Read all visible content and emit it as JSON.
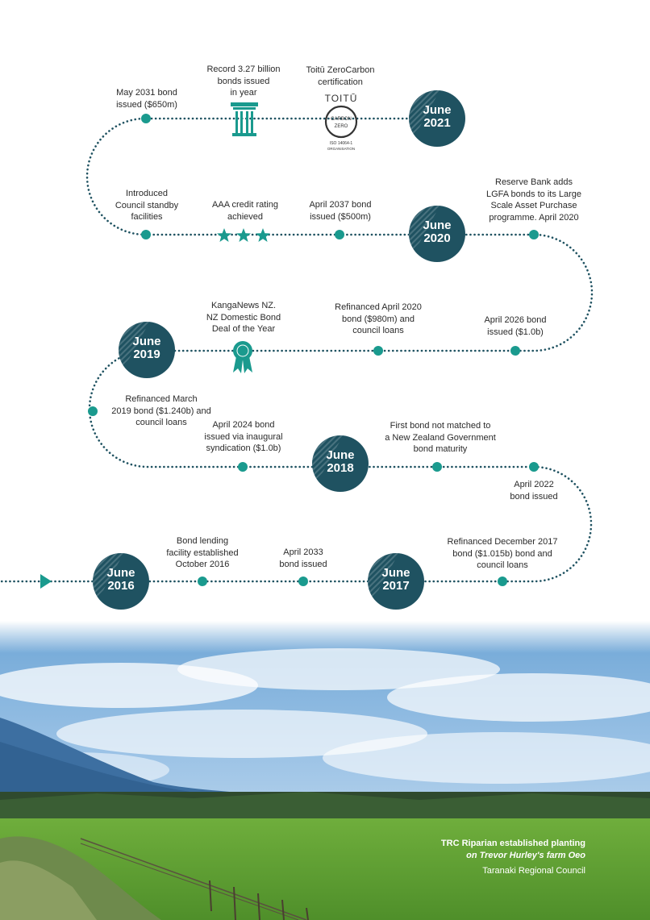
{
  "timeline": {
    "years": [
      {
        "month": "June",
        "year": "2021"
      },
      {
        "month": "June",
        "year": "2020"
      },
      {
        "month": "June",
        "year": "2019"
      },
      {
        "month": "June",
        "year": "2018"
      },
      {
        "month": "June",
        "year": "2017"
      },
      {
        "month": "June",
        "year": "2016"
      }
    ],
    "events": [
      {
        "lines": [
          "May 2031 bond",
          "issued ($650m)"
        ]
      },
      {
        "lines": [
          "Record 3.27 billion",
          "bonds issued",
          "in year"
        ]
      },
      {
        "lines": [
          "Toitū ZeroCarbon",
          "certification"
        ]
      },
      {
        "lines": [
          "Introduced",
          "Council standby",
          "facilities"
        ]
      },
      {
        "lines": [
          "AAA credit rating",
          "achieved"
        ]
      },
      {
        "lines": [
          "April 2037 bond",
          "issued ($500m)"
        ]
      },
      {
        "lines": [
          "Reserve Bank adds",
          "LGFA bonds to its Large",
          "Scale Asset Purchase",
          "programme. April 2020"
        ]
      },
      {
        "lines": [
          "KangaNews NZ.",
          "NZ Domestic Bond",
          "Deal of the Year"
        ]
      },
      {
        "lines": [
          "Refinanced April 2020",
          "bond ($980m) and",
          "council loans"
        ]
      },
      {
        "lines": [
          "April 2026 bond",
          "issued ($1.0b)"
        ]
      },
      {
        "lines": [
          "Refinanced March",
          "2019 bond ($1.240b) and",
          "council loans"
        ]
      },
      {
        "lines": [
          "April 2024 bond",
          "issued via inaugural",
          "syndication ($1.0b)"
        ]
      },
      {
        "lines": [
          "First bond not matched to",
          "a New Zealand Government",
          "bond maturity"
        ]
      },
      {
        "lines": [
          "April 2022",
          "bond issued"
        ]
      },
      {
        "lines": [
          "Bond lending",
          "facility established",
          "October 2016"
        ]
      },
      {
        "lines": [
          "April 2033",
          "bond issued"
        ]
      },
      {
        "lines": [
          "Refinanced December 2017",
          "bond ($1.015b) bond and",
          "council loans"
        ]
      }
    ]
  },
  "logo": {
    "toitu_word": "TOITŪ",
    "badge_top": "CARBON",
    "badge_bottom": "ZERO",
    "iso_line1": "ISO 14064-1",
    "iso_line2": "ORGANISATION"
  },
  "photo": {
    "caption_line1": "TRC Riparian established planting",
    "caption_line2": "on Trevor Hurley's farm Oeo",
    "credit": "Taranaki Regional Council"
  },
  "colors": {
    "teal": "#1a9a8e",
    "navy": "#1f5261"
  }
}
